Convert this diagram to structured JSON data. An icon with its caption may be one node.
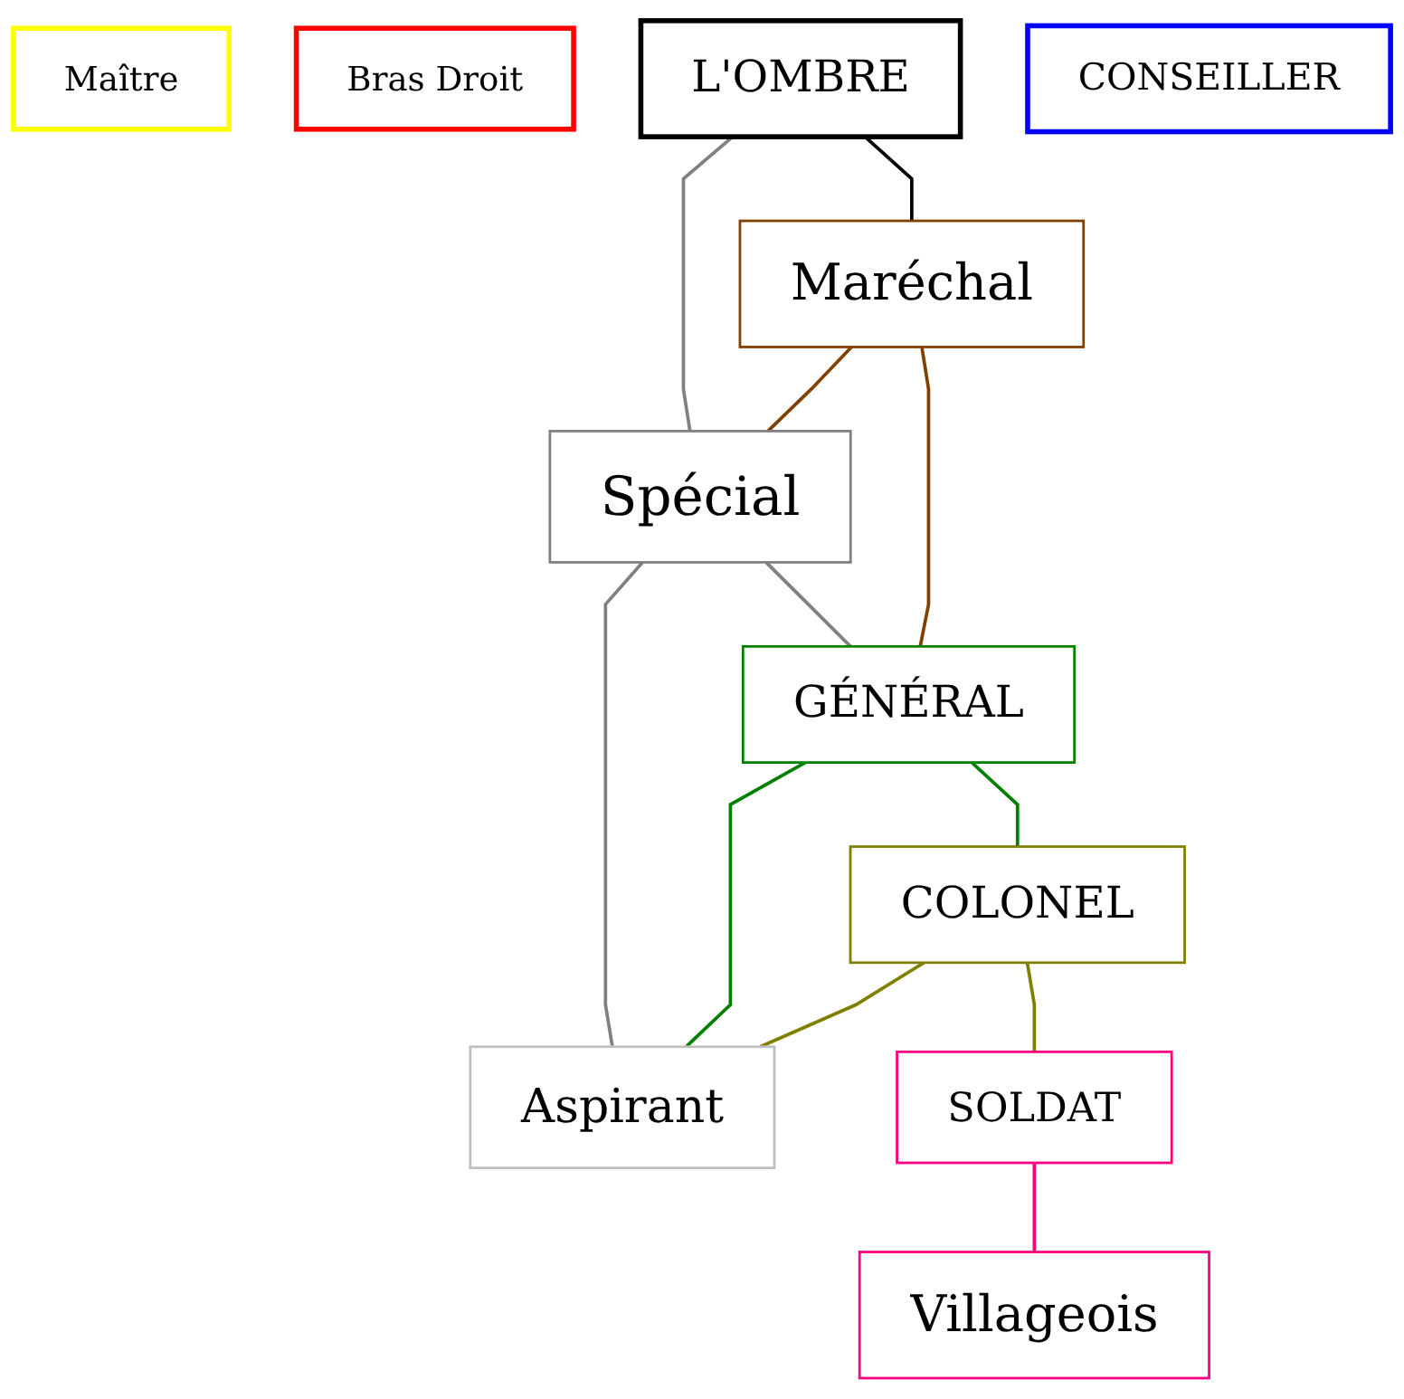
{
  "diagram": {
    "nodes": [
      {
        "text": [
          "Maître"
        ]
      },
      {
        "text": [
          "Bras Droit"
        ]
      },
      {
        "text": [
          "L'OMBRE"
        ]
      },
      {
        "text": [
          "CONSEILLER"
        ]
      },
      {
        "text": [
          "Maréchal"
        ]
      },
      {
        "text": [
          "Spécial"
        ]
      },
      {
        "text": [
          "GÉNÉRAL"
        ]
      },
      {
        "text": [
          "Aspirant"
        ]
      },
      {
        "text": [
          "COLONEL"
        ]
      },
      {
        "text": [
          "SOLDAT"
        ]
      },
      {
        "text": [
          "Villageois"
        ]
      }
    ],
    "edges": [
      {
        "from": 2,
        "to": 4,
        "arrow": "none",
        "color": "#000000"
      },
      {
        "from": 2,
        "to": 5,
        "arrow": "none",
        "color": "#808080"
      },
      {
        "from": 4,
        "to": 5,
        "arrow": "none",
        "color": "#804000"
      },
      {
        "from": 5,
        "to": 6,
        "arrow": "none",
        "color": "#808080"
      },
      {
        "from": 5,
        "to": 7,
        "arrow": "none",
        "color": "#808080"
      },
      {
        "from": 4,
        "to": 6,
        "arrow": "none",
        "color": "#804000"
      },
      {
        "from": 6,
        "to": 7,
        "arrow": "none",
        "color": "#008000"
      },
      {
        "from": 6,
        "to": 8,
        "arrow": "none",
        "color": "#008000"
      },
      {
        "from": 8,
        "to": 7,
        "arrow": "none",
        "color": "#808000"
      },
      {
        "from": 8,
        "to": 9,
        "arrow": "none",
        "color": "#808000"
      },
      {
        "from": 9,
        "to": 10,
        "arrow": "none",
        "color": "#ff0080"
      }
    ]
  }
}
